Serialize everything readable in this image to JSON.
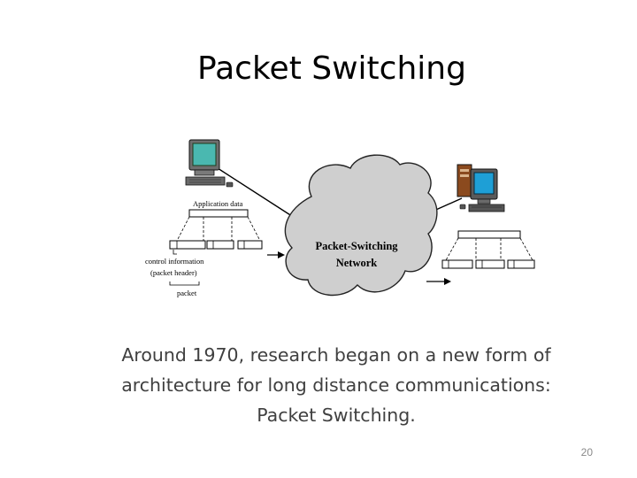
{
  "slide": {
    "title": "Packet Switching",
    "body_lines": [
      "Around 1970, research began on a new form of",
      "architecture for long distance communications:",
      "Packet Switching."
    ],
    "slide_number": "20"
  },
  "diagram": {
    "cloud_label_line1": "Packet-Switching",
    "cloud_label_line2": "Network",
    "application_data_label": "Application data",
    "control_info_label_line1": "control information",
    "control_info_label_line2": "(packet header)",
    "packet_label": "packet",
    "colors": {
      "monitor_screen": "#4ab8b0",
      "monitor_frame": "#3a7d3a",
      "server_screen": "#1e9fd6",
      "server_tower": "#8b4a1e",
      "cloud_fill": "#cfcfcf"
    }
  }
}
